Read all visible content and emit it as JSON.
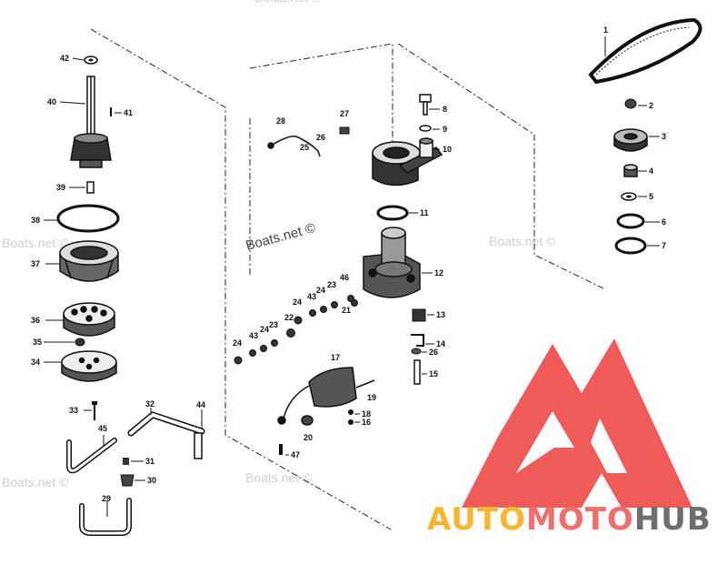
{
  "watermark": {
    "main": "Boats.net ©",
    "faint": "Boats.net ©"
  },
  "brand": {
    "part1": "AUTO",
    "part2": "MOTO",
    "part3": "HUB",
    "color1": "#f5b731",
    "color2": "#ef6f6c",
    "color3": "#6d6e71",
    "logo_color": "#ef5350"
  },
  "part_numbers": [
    "1",
    "2",
    "3",
    "4",
    "5",
    "6",
    "7",
    "8",
    "9",
    "10",
    "11",
    "12",
    "13",
    "14",
    "15",
    "16",
    "17",
    "18",
    "19",
    "20",
    "21",
    "22",
    "23",
    "24",
    "25",
    "26",
    "27",
    "28",
    "29",
    "30",
    "31",
    "32",
    "33",
    "34",
    "35",
    "36",
    "37",
    "38",
    "39",
    "40",
    "41",
    "42",
    "43",
    "44",
    "45",
    "46",
    "47"
  ],
  "icons": [
    "exploded-diagram",
    "brand-logo-triangle"
  ]
}
